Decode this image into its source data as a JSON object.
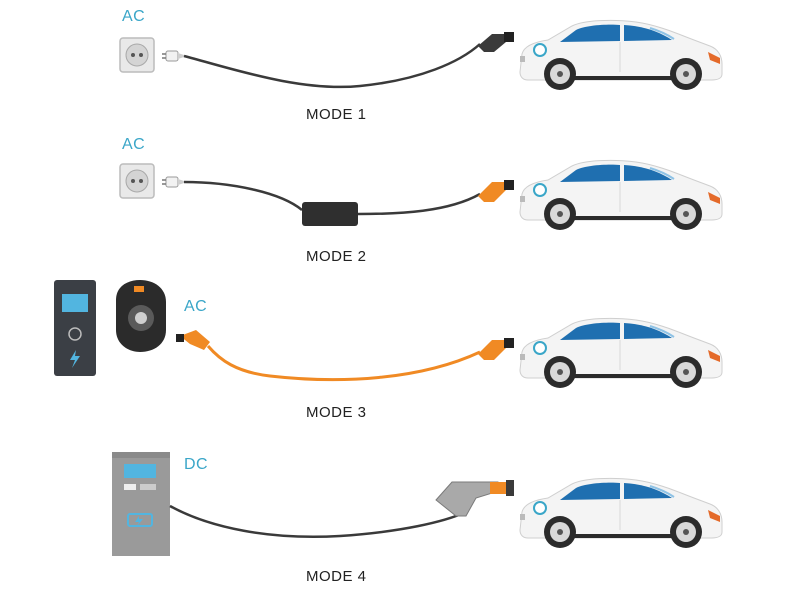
{
  "colors": {
    "accent_text": "#3aa6c8",
    "cable_dark": "#3a3a3a",
    "cable_orange": "#f08a24",
    "car_body": "#f4f4f4",
    "window": "#1f6fb0",
    "charger_grey": "#9a9a9a"
  },
  "modes": [
    {
      "current": "AC",
      "label": "MODE 1",
      "source": "wall-socket",
      "cable": "dark",
      "connector": "dark-plug"
    },
    {
      "current": "AC",
      "label": "MODE 2",
      "source": "wall-socket",
      "cable": "dark-with-control-box",
      "connector": "orange-plug"
    },
    {
      "current": "AC",
      "label": "MODE 3",
      "source": "wallbox-charger",
      "cable": "orange",
      "connector": "orange-plug"
    },
    {
      "current": "DC",
      "label": "MODE 4",
      "source": "dc-charging-station",
      "cable": "dark",
      "connector": "dc-gun"
    }
  ]
}
